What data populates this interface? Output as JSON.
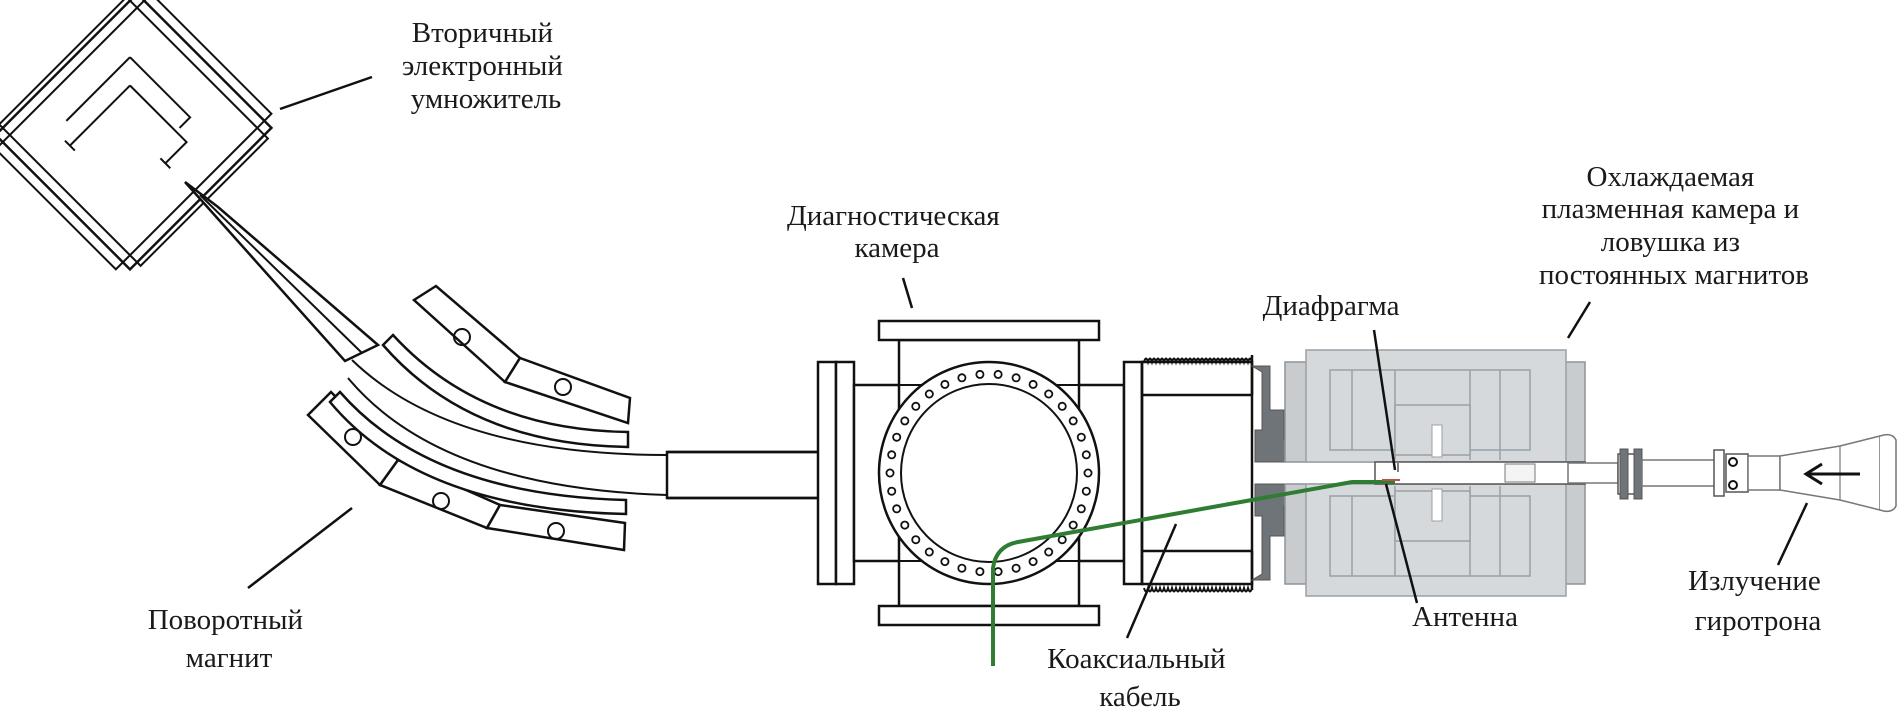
{
  "diagram": {
    "title": "Ion source experimental setup schematic",
    "colors": {
      "line": "#111111",
      "cable": "#2e7d32",
      "magnet_fill": "#d6d9dc",
      "flange_dark": "#6f7479",
      "background": "#ffffff"
    },
    "labels": {
      "electron_multiplier": [
        "Вторичный",
        "электронный",
        "умножитель"
      ],
      "bending_magnet": [
        "Поворотный",
        "магнит"
      ],
      "diagnostic_chamber": [
        "Диагностическая",
        "камера"
      ],
      "coaxial_cable": [
        "Коаксиальный",
        "кабель"
      ],
      "diaphragm": [
        "Диафрагма"
      ],
      "antenna": [
        "Антенна"
      ],
      "plasma_chamber": [
        "Охлаждаемая",
        "плазменная камера и",
        "ловушка из",
        "постоянных магнитов"
      ],
      "gyrotron_radiation": [
        "Излучение",
        "гиротрона"
      ]
    },
    "components": [
      {
        "id": "electron-multiplier",
        "icon": "multiplier-box"
      },
      {
        "id": "bending-magnet",
        "icon": "curved-magnet"
      },
      {
        "id": "diagnostic-chamber",
        "icon": "six-way-cross"
      },
      {
        "id": "bellows",
        "icon": "bellows"
      },
      {
        "id": "plasma-chamber",
        "icon": "magnet-trap"
      },
      {
        "id": "waveguide-horn",
        "icon": "horn-antenna"
      },
      {
        "id": "coaxial-cable",
        "icon": "cable"
      },
      {
        "id": "radiation-arrow",
        "icon": "arrow-left"
      }
    ]
  }
}
